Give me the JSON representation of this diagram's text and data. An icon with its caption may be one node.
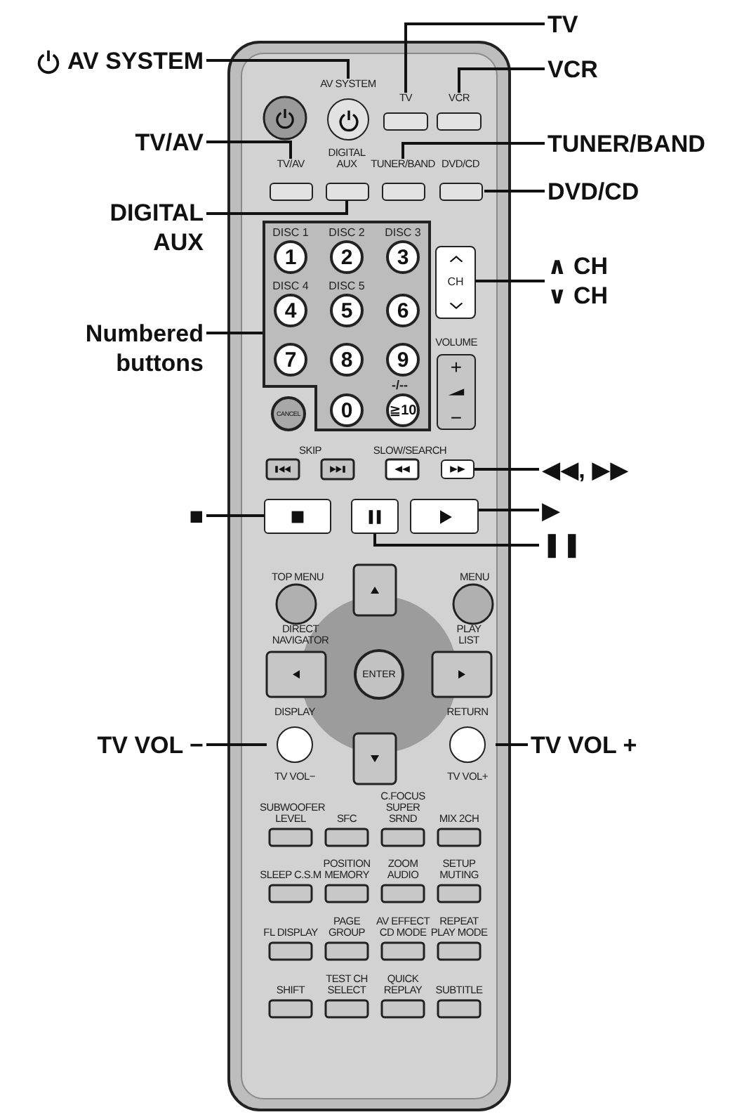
{
  "diagram": {
    "nodes": [
      {
        "text": [
          "AV SYSTEM"
        ]
      },
      {
        "text": [
          "AV SYSTEM"
        ]
      },
      {
        "text": [
          "TV"
        ]
      },
      {
        "text": [
          "TV"
        ]
      },
      {
        "text": [
          "VCR"
        ]
      },
      {
        "text": [
          "VCR"
        ]
      },
      {
        "text": [
          "TV/AV"
        ]
      },
      {
        "text": [
          "TV/AV"
        ]
      },
      {
        "text": [
          "TUNER/BAND"
        ]
      },
      {
        "text": [
          "TUNER/BAND"
        ]
      },
      {
        "text": [
          "DIGITAL AUX"
        ]
      },
      {
        "text": [
          "DIGITAL AUX"
        ]
      },
      {
        "text": [
          "DVD/CD"
        ]
      },
      {
        "text": [
          "DVD/CD"
        ]
      },
      {
        "text": [
          "∧ CH",
          "∨ CH"
        ]
      },
      {
        "text": [
          "CH"
        ]
      },
      {
        "text": [
          "Numbered buttons"
        ]
      },
      {
        "text": [],
        "shape": "box"
      },
      {
        "text": [
          "DISC 1",
          "1"
        ],
        "in": 17
      },
      {
        "text": [
          "DISC 2",
          "2"
        ],
        "in": 17
      },
      {
        "text": [
          "DISC 3",
          "3"
        ],
        "in": 17
      },
      {
        "text": [
          "DISC 4",
          "4"
        ],
        "in": 17
      },
      {
        "text": [
          "DISC 5",
          "5"
        ],
        "in": 17
      },
      {
        "text": [
          "6"
        ],
        "in": 17
      },
      {
        "text": [
          "7"
        ],
        "in": 17
      },
      {
        "text": [
          "8"
        ],
        "in": 17
      },
      {
        "text": [
          "9"
        ],
        "in": 17
      },
      {
        "text": [
          "0"
        ],
        "in": 17
      },
      {
        "text": [
          "≧10"
        ],
        "in": 17,
        "beside": [
          "-/--"
        ]
      },
      {
        "text": [
          "CANCEL"
        ]
      },
      {
        "text": [
          "VOLUME",
          "+",
          "−"
        ]
      },
      {
        "text": [
          "■"
        ]
      },
      {
        "text": [],
        "shape": "box"
      },
      {
        "text": [
          "◀◀, ▶▶"
        ]
      },
      {
        "text": [],
        "shape": "box"
      },
      {
        "text": [
          "▶"
        ]
      },
      {
        "text": [],
        "shape": "box"
      },
      {
        "text": [
          "❚❚"
        ]
      },
      {
        "text": [],
        "shape": "box"
      },
      {
        "text": [
          "TV VOL −"
        ]
      },
      {
        "text": [
          "DISPLAY",
          "TV VOL−"
        ]
      },
      {
        "text": [
          "TV VOL +"
        ]
      },
      {
        "text": [
          "RETURN",
          "TV VOL+"
        ]
      },
      {
        "text": [
          "ENTER"
        ]
      }
    ],
    "edges": [
      {
        "from": 0,
        "to": 1,
        "arrow": "none"
      },
      {
        "from": 2,
        "to": 3,
        "arrow": "none"
      },
      {
        "from": 4,
        "to": 5,
        "arrow": "none"
      },
      {
        "from": 6,
        "to": 7,
        "arrow": "none"
      },
      {
        "from": 8,
        "to": 9,
        "arrow": "none"
      },
      {
        "from": 10,
        "to": 11,
        "arrow": "none"
      },
      {
        "from": 12,
        "to": 13,
        "arrow": "none"
      },
      {
        "from": 14,
        "to": 15,
        "arrow": "none"
      },
      {
        "from": 16,
        "to": 17,
        "arrow": "none"
      },
      {
        "from": 31,
        "to": 32,
        "arrow": "none"
      },
      {
        "from": 33,
        "to": 34,
        "arrow": "none"
      },
      {
        "from": 35,
        "to": 36,
        "arrow": "none"
      },
      {
        "from": 37,
        "to": 38,
        "arrow": "none"
      },
      {
        "from": 39,
        "to": 40,
        "arrow": "none"
      },
      {
        "from": 41,
        "to": 42,
        "arrow": "none"
      }
    ],
    "labels": [
      "SKIP",
      "SLOW/SEARCH",
      "TOP MENU",
      "MENU",
      "DIRECT NAVIGATOR",
      "PLAY LIST",
      "SUBWOOFER LEVEL",
      "SFC",
      "C.FOCUS SUPER SRND",
      "MIX 2CH",
      "SLEEP C.S.M",
      "POSITION MEMORY",
      "ZOOM AUDIO",
      "SETUP MUTING",
      "FL DISPLAY",
      "PAGE GROUP",
      "AV EFFECT CD MODE",
      "REPEAT PLAY MODE",
      "SHIFT",
      "TEST CH SELECT",
      "QUICK REPLAY",
      "SUBTITLE"
    ]
  }
}
